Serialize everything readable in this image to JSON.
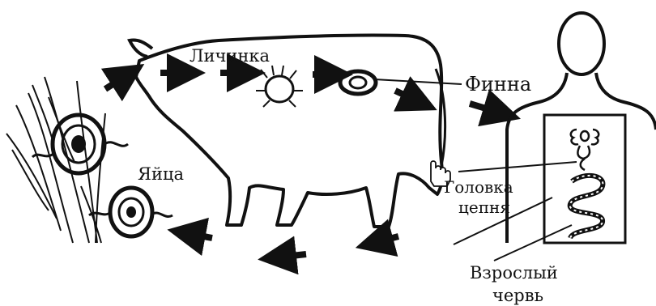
{
  "labels": {
    "larva": "Личинка",
    "finna": "Финна",
    "eggs": "Яйца",
    "head_line1": "Головка",
    "head_line2": "цепня",
    "adult_line1": "Взрослый",
    "adult_line2": "червь"
  },
  "colors": {
    "ink": "#111111",
    "background": "#ffffff"
  },
  "icons": {
    "cursor": "hand-pointer-icon"
  }
}
